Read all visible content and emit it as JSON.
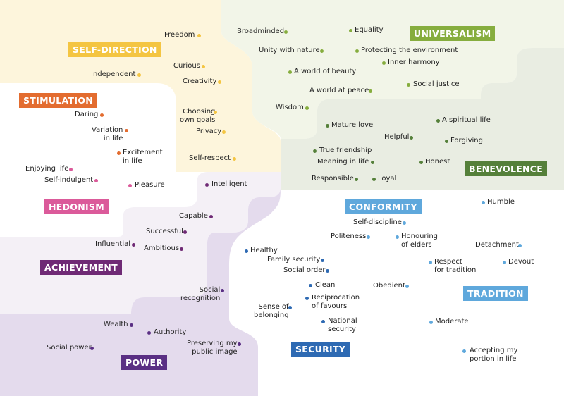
{
  "colors": {
    "self_direction": "#f4c542",
    "stimulation": "#e36c2f",
    "hedonism": "#db5a9a",
    "achievement": "#6f2a75",
    "power": "#5a2f84",
    "security": "#2e6ab3",
    "conformity": "#5fa8dc",
    "tradition": "#5fa8dc",
    "benevolence": "#55803a",
    "universalism": "#86ad3e"
  },
  "categories": [
    {
      "id": "self_direction",
      "label": "SELF-DIRECTION"
    },
    {
      "id": "stimulation",
      "label": "STIMULATION"
    },
    {
      "id": "hedonism",
      "label": "HEDONISM"
    },
    {
      "id": "achievement",
      "label": "ACHIEVEMENT"
    },
    {
      "id": "power",
      "label": "POWER"
    },
    {
      "id": "security",
      "label": "SECURITY"
    },
    {
      "id": "conformity",
      "label": "CONFORMITY"
    },
    {
      "id": "tradition",
      "label": "TRADITION"
    },
    {
      "id": "benevolence",
      "label": "BENEVOLENCE"
    },
    {
      "id": "universalism",
      "label": "UNIVERSALISM"
    }
  ],
  "values": [
    {
      "text": "Freedom",
      "group": "self_direction"
    },
    {
      "text": "Independent",
      "group": "self_direction"
    },
    {
      "text": "Curious",
      "group": "self_direction"
    },
    {
      "text": "Creativity",
      "group": "self_direction"
    },
    {
      "text": "Choosing\nown goals",
      "group": "self_direction"
    },
    {
      "text": "Privacy",
      "group": "self_direction"
    },
    {
      "text": "Self-respect",
      "group": "self_direction"
    },
    {
      "text": "Daring",
      "group": "stimulation"
    },
    {
      "text": "Variation\nin life",
      "group": "stimulation"
    },
    {
      "text": "Excitement\nin life",
      "group": "stimulation"
    },
    {
      "text": "Enjoying life",
      "group": "hedonism"
    },
    {
      "text": "Self-indulgent",
      "group": "hedonism"
    },
    {
      "text": "Pleasure",
      "group": "hedonism"
    },
    {
      "text": "Intelligent",
      "group": "achievement"
    },
    {
      "text": "Capable",
      "group": "achievement"
    },
    {
      "text": "Successful",
      "group": "achievement"
    },
    {
      "text": "Influential",
      "group": "achievement"
    },
    {
      "text": "Ambitious",
      "group": "achievement"
    },
    {
      "text": "Social\nrecognition",
      "group": "power"
    },
    {
      "text": "Wealth",
      "group": "power"
    },
    {
      "text": "Authority",
      "group": "power"
    },
    {
      "text": "Preserving my\npublic image",
      "group": "power"
    },
    {
      "text": "Social power",
      "group": "power"
    },
    {
      "text": "Broadminded",
      "group": "universalism"
    },
    {
      "text": "Equality",
      "group": "universalism"
    },
    {
      "text": "Unity with nature",
      "group": "universalism"
    },
    {
      "text": "Protecting the environment",
      "group": "universalism"
    },
    {
      "text": "Inner harmony",
      "group": "universalism"
    },
    {
      "text": "A world of beauty",
      "group": "universalism"
    },
    {
      "text": "Social justice",
      "group": "universalism"
    },
    {
      "text": "A world at peace",
      "group": "universalism"
    },
    {
      "text": "Wisdom",
      "group": "universalism"
    },
    {
      "text": "Mature love",
      "group": "benevolence"
    },
    {
      "text": "A spiritual life",
      "group": "benevolence"
    },
    {
      "text": "Helpful",
      "group": "benevolence"
    },
    {
      "text": "Forgiving",
      "group": "benevolence"
    },
    {
      "text": "True friendship",
      "group": "benevolence"
    },
    {
      "text": "Meaning in life",
      "group": "benevolence"
    },
    {
      "text": "Honest",
      "group": "benevolence"
    },
    {
      "text": "Responsible",
      "group": "benevolence"
    },
    {
      "text": "Loyal",
      "group": "benevolence"
    },
    {
      "text": "Humble",
      "group": "tradition"
    },
    {
      "text": "Self-discipline",
      "group": "conformity"
    },
    {
      "text": "Politeness",
      "group": "conformity"
    },
    {
      "text": "Honouring\nof elders",
      "group": "conformity"
    },
    {
      "text": "Obedient",
      "group": "conformity"
    },
    {
      "text": "Detachment",
      "group": "tradition"
    },
    {
      "text": "Respect\nfor tradition",
      "group": "tradition"
    },
    {
      "text": "Devout",
      "group": "tradition"
    },
    {
      "text": "Moderate",
      "group": "tradition"
    },
    {
      "text": "Accepting my\nportion in life",
      "group": "tradition"
    },
    {
      "text": "Healthy",
      "group": "security"
    },
    {
      "text": "Family security",
      "group": "security"
    },
    {
      "text": "Social order",
      "group": "security"
    },
    {
      "text": "Clean",
      "group": "security"
    },
    {
      "text": "Reciprocation\nof favours",
      "group": "security"
    },
    {
      "text": "Sense of\nbelonging",
      "group": "security"
    },
    {
      "text": "National\nsecurity",
      "group": "security"
    }
  ]
}
